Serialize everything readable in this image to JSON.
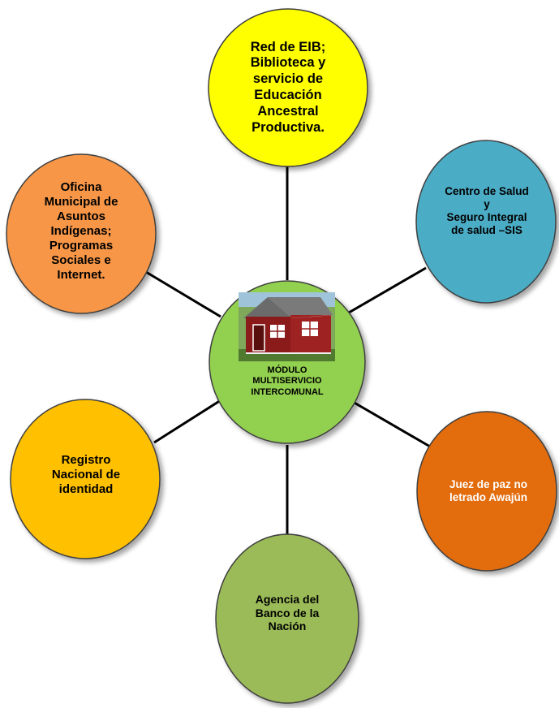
{
  "center": {
    "label": "MÓDULO\nMULTISERVICIO\nINTERCOMUNAL",
    "fill": "#92D050",
    "image_subject": "red wooden cabin"
  },
  "nodes": [
    {
      "id": "top",
      "label": "Red de EIB;\nBiblioteca y\nservicio de\nEducación\nAncestral\nProductiva.",
      "fill": "#FFFF00",
      "text_color": "#000000"
    },
    {
      "id": "upper-right",
      "label": "Centro de Salud\ny\nSeguro Integral\nde salud –SIS",
      "fill": "#4BACC6",
      "text_color": "#000000"
    },
    {
      "id": "lower-right",
      "label": "Juez de paz no\nletrado Awajún",
      "fill": "#E36C09",
      "text_color": "#ffffff"
    },
    {
      "id": "bottom",
      "label": "Agencia del\nBanco de la\nNación",
      "fill": "#9BBB59",
      "text_color": "#000000"
    },
    {
      "id": "lower-left",
      "label": "Registro\nNacional de\nidentidad",
      "fill": "#FFC000",
      "text_color": "#000000"
    },
    {
      "id": "upper-left",
      "label": "Oficina\nMunicipal de\nAsuntos\nIndígenas;\nProgramas\nSociales e\nInternet.",
      "fill": "#F79646",
      "text_color": "#000000"
    }
  ]
}
